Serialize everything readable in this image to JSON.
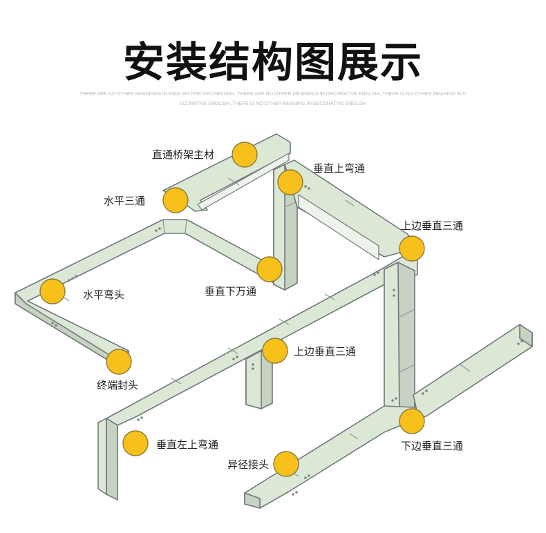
{
  "title": "安装结构图展示",
  "caption": "THERE ARE NO OTHER MEANINGS IN ENGLISH FOR DECORATION. THERE ARE NO OTHER MEANINGS IN DECORATIVE ENGLISH, THERE IS NO OTHER MEANING IN DECORATIVE ENGLISH, THERE IS NO OTHER MEANING IN DECORATIVE ENGLISH",
  "colors": {
    "marker": "#f7c01a",
    "tray": "#dbe8d6",
    "outline": "#707878"
  },
  "callouts": [
    {
      "id": "straight-tray",
      "label": "直通桥架主材"
    },
    {
      "id": "vertical-up-elbow",
      "label": "垂直上弯通"
    },
    {
      "id": "horizontal-tee",
      "label": "水平三通"
    },
    {
      "id": "upper-vertical-tee-right",
      "label": "上边垂直三通"
    },
    {
      "id": "horizontal-elbow",
      "label": "水平弯头"
    },
    {
      "id": "vertical-down-elbow",
      "label": "垂直下万通"
    },
    {
      "id": "upper-vertical-tee-center",
      "label": "上边垂直三通"
    },
    {
      "id": "end-cap",
      "label": "终端封头"
    },
    {
      "id": "lower-vertical-tee",
      "label": "下边垂直三通"
    },
    {
      "id": "vertical-left-up-elbow",
      "label": "垂直左上弯通"
    },
    {
      "id": "reducer",
      "label": "异径接头"
    }
  ]
}
